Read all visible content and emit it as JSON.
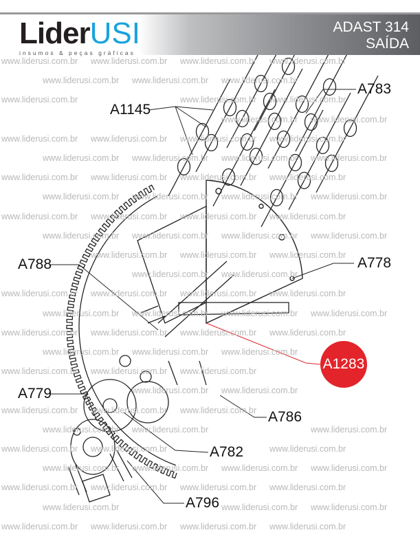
{
  "header": {
    "logo_main": "Lider",
    "logo_accent": "USI",
    "logo_tagline": "insumos & peças gráficas",
    "title_line1": "ADAST 314",
    "title_line2": "SAÍDA"
  },
  "watermark_text": "www.liderusi.com.br",
  "parts": [
    {
      "code": "A1145"
    },
    {
      "code": "A783"
    },
    {
      "code": "A788"
    },
    {
      "code": "A778"
    },
    {
      "code": "A1283",
      "highlighted": true
    },
    {
      "code": "A779"
    },
    {
      "code": "A786"
    },
    {
      "code": "A782"
    },
    {
      "code": "A796"
    }
  ],
  "colors": {
    "highlight": "#e3242b",
    "brand_blue": "#1aa3dd"
  }
}
